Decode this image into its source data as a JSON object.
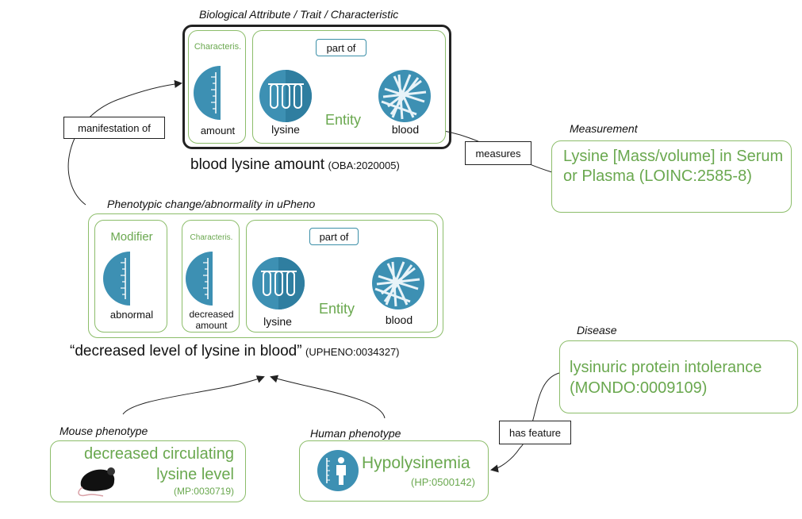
{
  "oba": {
    "header": "Biological Attribute / Trait / Characteristic",
    "characteristic_label": "Characteris.",
    "amount_label": "amount",
    "part_of": "part of",
    "lysine_label": "lysine",
    "entity_label": "Entity",
    "blood_label": "blood",
    "term_name": "blood lysine amount",
    "term_id": "(OBA:2020005)"
  },
  "manifestation_of": "manifestation of",
  "measurement": {
    "header": "Measurement",
    "measures": "measures",
    "text": "Lysine [Mass/volume] in Serum or Plasma (LOINC:2585-8)"
  },
  "upheno": {
    "header": "Phenotypic change/abnormality in uPheno",
    "modifier_label": "Modifier",
    "abnormal_label": "abnormal",
    "characteristic_label": "Characteris.",
    "decreased_amount_label": "decreased amount",
    "part_of": "part of",
    "lysine_label": "lysine",
    "entity_label": "Entity",
    "blood_label": "blood",
    "term_name": "“decreased level of lysine in blood”",
    "term_id": "(UPHENO:0034327)"
  },
  "disease": {
    "header": "Disease",
    "text": "lysinuric protein intolerance (MONDO:0009109)",
    "has_feature": "has feature"
  },
  "mouse": {
    "header": "Mouse phenotype",
    "line1": "decreased circulating",
    "line2": "lysine level",
    "id": "(MP:0030719)"
  },
  "human": {
    "header": "Human phenotype",
    "name": "Hypolysinemia",
    "id": "(HP:0500142)"
  },
  "colors": {
    "green": "#6aa84f",
    "teal": "#3b8fa8",
    "icon_blue": "#3d90b3"
  }
}
